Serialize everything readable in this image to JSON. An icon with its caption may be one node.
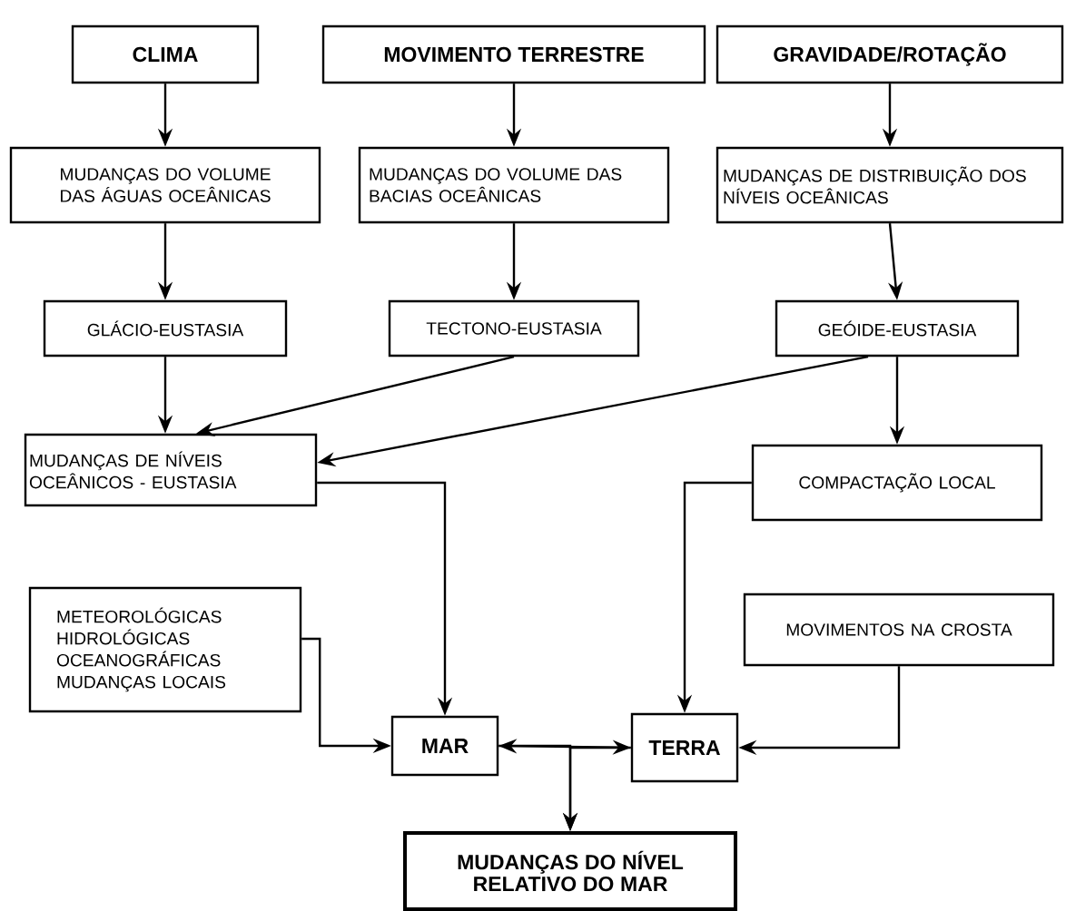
{
  "diagram": {
    "nodes": [
      {
        "text": [
          "CLIMA"
        ]
      },
      {
        "text": [
          "MOVIMENTO TERRESTRE"
        ]
      },
      {
        "text": [
          "GRAVIDADE/ROTAÇÃO"
        ]
      },
      {
        "text": [
          "MUDANÇAS DO VOLUME DAS ÁGUAS OCEÂNICAS"
        ]
      },
      {
        "text": [
          "MUDANÇAS DO VOLUME DAS BACIAS OCEÂNICAS"
        ]
      },
      {
        "text": [
          "MUDANÇAS DE DISTRIBUIÇÃO DOS NÍVEIS OCEÂNICAS"
        ]
      },
      {
        "text": [
          "GLÁCIO-EUSTASIA"
        ]
      },
      {
        "text": [
          "TECTONO-EUSTASIA"
        ]
      },
      {
        "text": [
          "GEÓIDE-EUSTASIA"
        ]
      },
      {
        "text": [
          "MUDANÇAS DE NÍVEIS OCEÂNICOS - EUSTASIA"
        ]
      },
      {
        "text": [
          "COMPACTAÇÃO LOCAL"
        ]
      },
      {
        "text": [
          "METEOROLÓGICAS HIDROLÓGICAS OCEANOGRÁFICAS MUDANÇAS LOCAIS"
        ]
      },
      {
        "text": [
          "MOVIMENTOS NA CROSTA"
        ]
      },
      {
        "text": [
          "MAR"
        ]
      },
      {
        "text": [
          "TERRA"
        ]
      },
      {
        "text": [
          "MUDANÇAS DO NÍVEL RELATIVO DO MAR"
        ]
      }
    ],
    "edges": [
      {
        "from": 0,
        "to": 3,
        "arrow": "to"
      },
      {
        "from": 1,
        "to": 4,
        "arrow": "to"
      },
      {
        "from": 2,
        "to": 5,
        "arrow": "to"
      },
      {
        "from": 3,
        "to": 6,
        "arrow": "to"
      },
      {
        "from": 4,
        "to": 7,
        "arrow": "to"
      },
      {
        "from": 5,
        "to": 8,
        "arrow": "to"
      },
      {
        "from": 6,
        "to": 9,
        "arrow": "to"
      },
      {
        "from": 7,
        "to": 9,
        "arrow": "to"
      },
      {
        "from": 8,
        "to": 9,
        "arrow": "to"
      },
      {
        "from": 8,
        "to": 10,
        "arrow": "to"
      },
      {
        "from": 9,
        "to": 13,
        "arrow": "to"
      },
      {
        "from": 10,
        "to": 14,
        "arrow": "to"
      },
      {
        "from": 11,
        "to": 13,
        "arrow": "to"
      },
      {
        "from": 12,
        "to": 14,
        "arrow": "to"
      },
      {
        "from": 13,
        "to": 14,
        "arrow": "both"
      },
      {
        "from": 13,
        "to": 15,
        "arrow": "to"
      },
      {
        "from": 14,
        "to": 15,
        "arrow": "to"
      }
    ]
  }
}
